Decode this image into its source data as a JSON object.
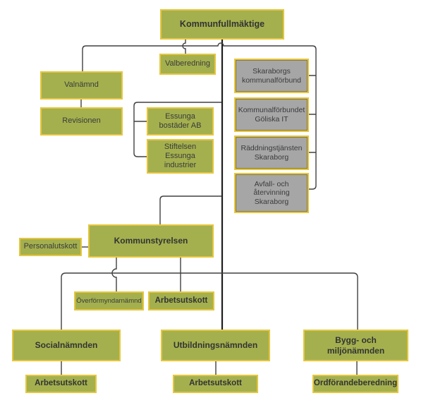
{
  "diagram": {
    "boxes": {
      "kommunfullmaktige": {
        "label": "Kommunfullmäktige"
      },
      "valberedning": {
        "label": "Valberedning"
      },
      "valnamnd": {
        "label": "Valnämnd"
      },
      "revisionen": {
        "label": "Revisionen"
      },
      "essunga_bostader": {
        "label": "Essunga\nbostäder AB"
      },
      "stiftelsen_essunga": {
        "label": "Stiftelsen\nEssunga\nindustrier"
      },
      "skaraborgs_kommunalforbund": {
        "label": "Skaraborgs\nkommunalförbund"
      },
      "goliska_it": {
        "label": "Kommunalförbundet\nGöliska IT"
      },
      "raddningstjansten": {
        "label": "Räddningstjänsten\nSkaraborg"
      },
      "avfall_atervinning": {
        "label": "Avfall- och\nåtervinning\nSkaraborg"
      },
      "kommunstyrelsen": {
        "label": "Kommunstyrelsen"
      },
      "personalutskott": {
        "label": "Personalutskott"
      },
      "overformyndarnamnd": {
        "label": "Överförmyndarnämnd"
      },
      "arbetsutskott_ks": {
        "label": "Arbetsutskott"
      },
      "socialnamnden": {
        "label": "Socialnämnden"
      },
      "utbildningsnamnden": {
        "label": "Utbildningsnämnden"
      },
      "bygg_miljonamnden": {
        "label": "Bygg- och miljönämnden"
      },
      "arbetsutskott_social": {
        "label": "Arbetsutskott"
      },
      "arbetsutskott_utbildning": {
        "label": "Arbetsutskott"
      },
      "ordforandeberedning": {
        "label": "Ordförandeberedning"
      }
    },
    "colors": {
      "box_fill_green": "#a4b04e",
      "box_border_yellow": "#e6c63e",
      "box_fill_gray": "#a6a6a6",
      "box_border_gray_inner": "#8a7a33",
      "connector_line": "#404040"
    }
  }
}
